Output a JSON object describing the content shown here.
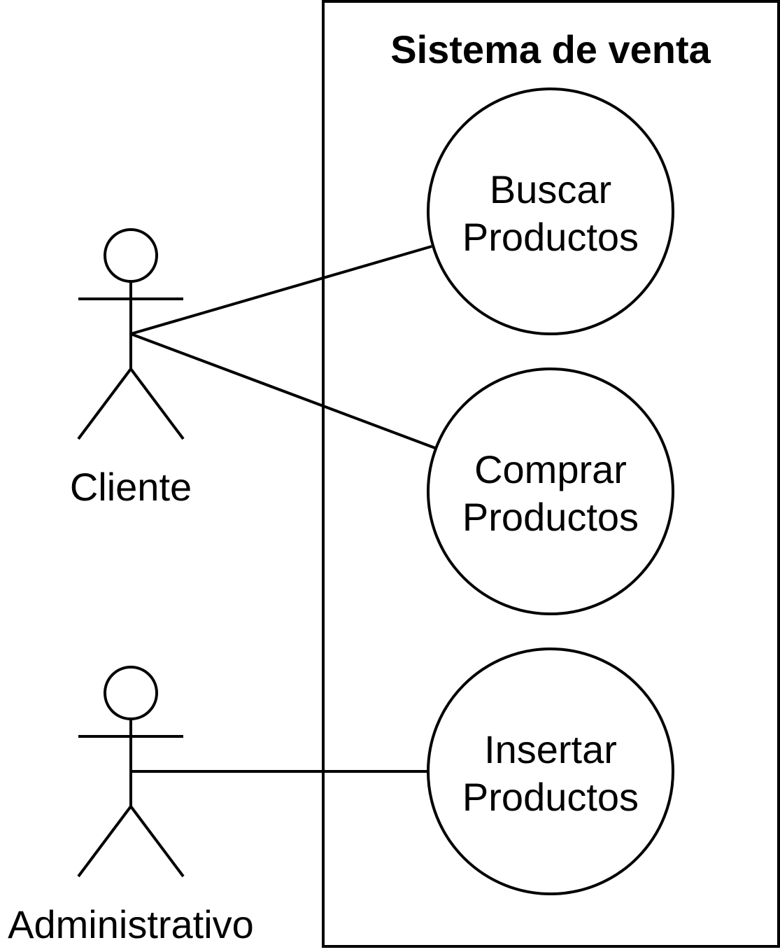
{
  "system": {
    "title": "Sistema de venta"
  },
  "actors": {
    "cliente": {
      "name": "Cliente"
    },
    "administrativo": {
      "name": "Administrativo"
    }
  },
  "use_cases": {
    "buscar": {
      "line1": "Buscar",
      "line2": "Productos"
    },
    "comprar": {
      "line1": "Comprar",
      "line2": "Productos"
    },
    "insertar": {
      "line1": "Insertar",
      "line2": "Productos"
    }
  }
}
